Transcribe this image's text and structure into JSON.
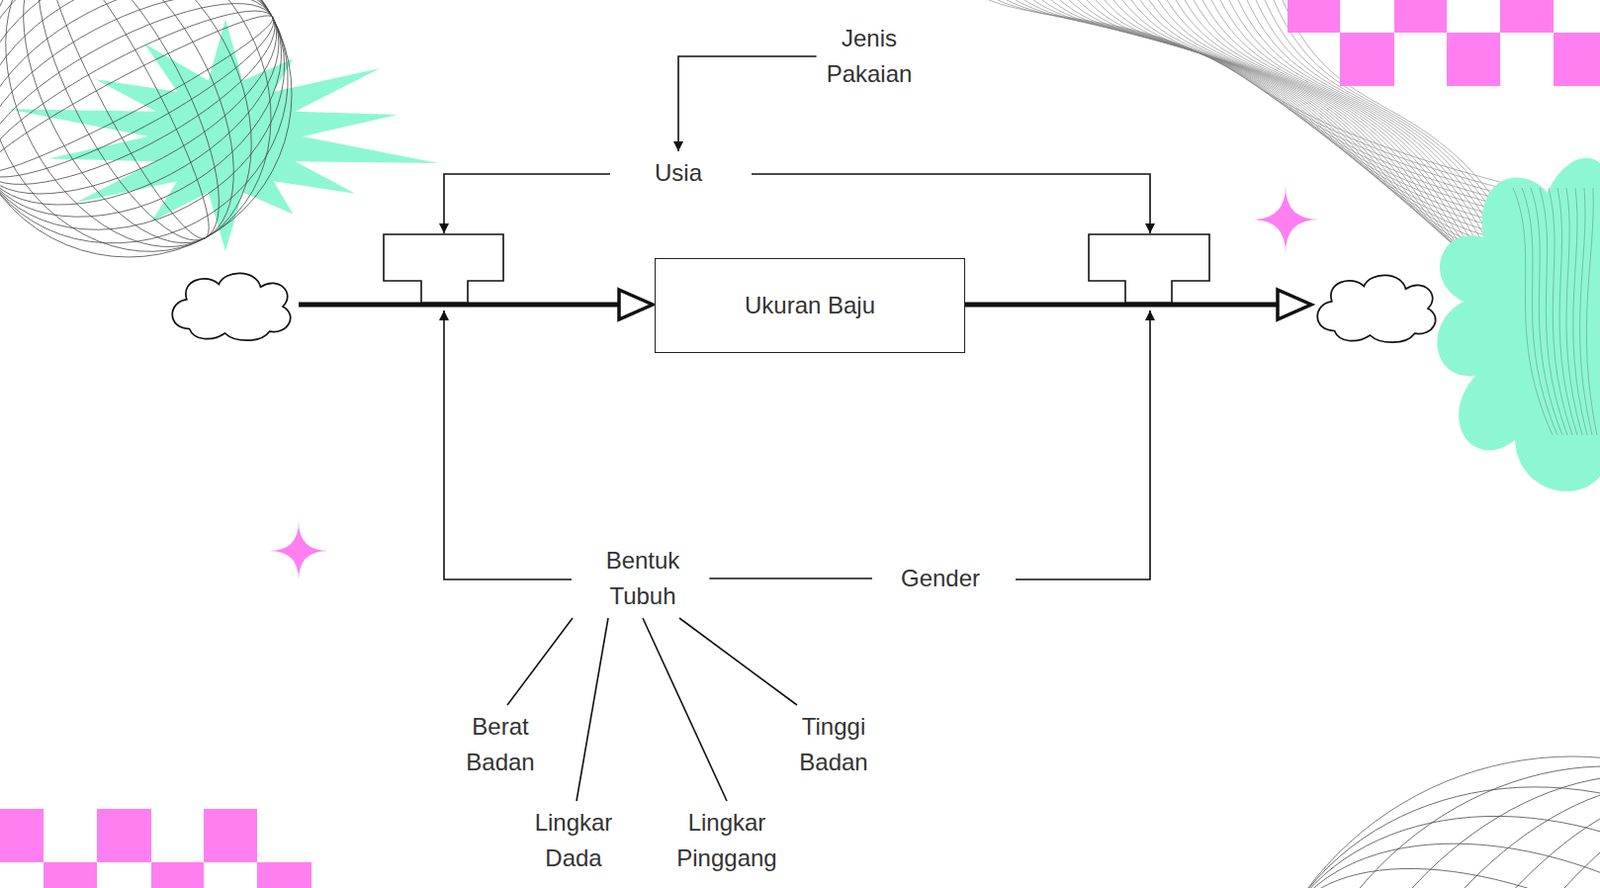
{
  "diagram": {
    "nodes": [
      {
        "text": [
          "Jenis Pakaian"
        ]
      },
      {
        "text": [
          "Usia"
        ]
      },
      {
        "text": [
          "Ukuran Baju"
        ]
      },
      {
        "text": [
          "Bentuk Tubuh"
        ]
      },
      {
        "text": [
          "Gender"
        ]
      },
      {
        "text": [
          "Berat Badan"
        ]
      },
      {
        "text": [
          "Tinggi Badan"
        ]
      },
      {
        "text": [
          "Lingkar Dada"
        ]
      },
      {
        "text": [
          "Lingkar Pinggang"
        ]
      }
    ],
    "edges": [
      {
        "from": 0,
        "to": 1,
        "arrow": "to"
      },
      {
        "from": 3,
        "to": 4,
        "arrow": "none"
      },
      {
        "from": 3,
        "to": 5,
        "arrow": "none"
      },
      {
        "from": 3,
        "to": 7,
        "arrow": "none"
      },
      {
        "from": 3,
        "to": 8,
        "arrow": "none"
      },
      {
        "from": 3,
        "to": 6,
        "arrow": "none"
      }
    ]
  }
}
